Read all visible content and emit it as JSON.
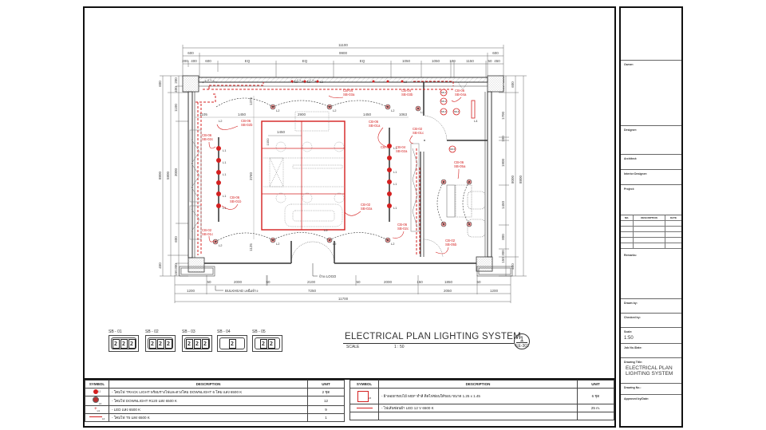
{
  "drawing": {
    "title": "ELECTRICAL PLAN LIGHTING SYSTEM",
    "scale_label": "SCALE",
    "scale_value": "1 : 50",
    "sheet_number": "1",
    "sheet_ref": "EE-301",
    "colors": {
      "lighting": "#d42020",
      "wall": "#333333",
      "dimension": "#555555",
      "paper": "#ffffff"
    }
  },
  "dimensions": {
    "top_overall": "11100",
    "top_left_segment": "600",
    "top_main_segment": "9900",
    "top_right_segment": "600",
    "top_breakdown": [
      "200",
      "400",
      "600",
      "EQ",
      "EQ",
      "EQ",
      "1050",
      "1050",
      "100",
      "1150",
      "50",
      "450"
    ],
    "bottom_breakdown": [
      "50",
      "2000",
      "50",
      "2100",
      "50",
      "2000",
      "150",
      "1850",
      "50"
    ],
    "bottom_segments": [
      "1200",
      "7250",
      "2050",
      "1200"
    ],
    "bottom_overall": "11700",
    "left_outer": "8800",
    "left_inner": "5800",
    "left_segments": [
      "600",
      "400",
      "200",
      "1100",
      "3000",
      "600",
      "450",
      "300",
      "150"
    ],
    "right_outer": "8800",
    "right_inner": "8000",
    "right_segments": [
      "600",
      "400",
      "200",
      "1700",
      "100",
      "1900",
      "1450",
      "800",
      "300",
      "150",
      "450"
    ],
    "interior": [
      "1105",
      "1450",
      "2900",
      "1450",
      "1063",
      "1450",
      "1050",
      "3760",
      "1375",
      "1125"
    ]
  },
  "annotations": {
    "bulkhead": "BULKHEAD เหนือห้าง",
    "logo": "ป้าย LOGO"
  },
  "circuits": [
    {
      "label": "CB-06",
      "sub": "SB-02b"
    },
    {
      "label": "CB-06",
      "sub": "SB-02c"
    },
    {
      "label": "CB-06",
      "sub": "SB-01b"
    },
    {
      "label": "CB-02",
      "sub": "SB-01c"
    },
    {
      "label": "CB-04",
      "sub": "SB-03a"
    },
    {
      "label": "CB-04",
      "sub": "SB-03b"
    },
    {
      "label": "CB-06",
      "sub": "SB-01a"
    },
    {
      "label": "CB-02",
      "sub": "SB-01c"
    },
    {
      "label": "CB-04",
      "sub": "SB-02a"
    },
    {
      "label": "CB-02",
      "sub": "SB-02a"
    },
    {
      "label": "CB-06",
      "sub": "SB-02c"
    },
    {
      "label": "CB-06",
      "sub": "SB-04a"
    },
    {
      "label": "CB-06",
      "sub": "SB-05a"
    },
    {
      "label": "CB-06",
      "sub": "SB-02c"
    },
    {
      "label": "CB-02",
      "sub": "SB-05b"
    }
  ],
  "fixture_tags": {
    "track": "L1",
    "downlight": "L2",
    "led": "L3",
    "t5": "L4",
    "panel": "L5"
  },
  "switches": [
    {
      "label": "SB - 01",
      "keys": [
        "2",
        "2",
        "2"
      ]
    },
    {
      "label": "SB - 02",
      "keys": [
        "2",
        "2",
        "2"
      ]
    },
    {
      "label": "SB - 03",
      "keys": [
        "2",
        "2",
        "2"
      ]
    },
    {
      "label": "SB - 04",
      "keys": [
        "2"
      ]
    },
    {
      "label": "SB - 05",
      "keys": [
        "2",
        "2"
      ]
    }
  ],
  "legend": {
    "headers": {
      "symbol": "SYMBOL",
      "description": "DESCRIPTION",
      "unit": "UNIT"
    },
    "left_rows": [
      {
        "symbol": "track-light",
        "tag": "L1",
        "description": "- โคมไฟ TRACK LIGHT พร้อมรางไฟและดวงโคม DOWNLIGHT  6 โคม แสง 6500 K",
        "unit": "2 ชุด"
      },
      {
        "symbol": "downlight",
        "tag": "L2",
        "description": "- โคมไฟ DOWNLIGHT R120 แสง 6500 K",
        "unit": "12"
      },
      {
        "symbol": "led",
        "tag": "L3",
        "description": "- LED แสง 6500 K",
        "unit": "9"
      },
      {
        "symbol": "t5-light",
        "tag": "L4",
        "description": "- โคมไฟ T5  แสง 6500 K",
        "unit": "1"
      }
    ],
    "right_rows": [
      {
        "symbol": "mdf-panel",
        "tag": "L5",
        "description": "- ฝ้าลอยกรอบไม้ MDF ทำสี ติดไฟซ่อนใต้ขอบ  ขนาด 1.25 x 1.45",
        "unit": "6 ชุด"
      },
      {
        "symbol": "led-strip",
        "tag": "",
        "description": "- ไฟเส้นซ่อนฝ้า LED 12 V 6500 K",
        "unit": "25 m."
      },
      {
        "symbol": "",
        "tag": "",
        "description": "",
        "unit": ""
      }
    ]
  },
  "title_block": {
    "owner_label": "Owner:",
    "owner_value": "",
    "designer_label": "Designer:",
    "architect_label": "Architect:",
    "interior_designer_label": "Interior Designer:",
    "project_label": "Project:",
    "revision_headers": [
      "NO.",
      "DESCRIPTION",
      "DATE"
    ],
    "revision_rows": 6,
    "remarks_label": "Remarks:",
    "drawn_label": "Drawn by:",
    "checked_label": "Checked by:",
    "scale_label": "Scale:",
    "scale_value": "1:50",
    "job_label": "Job No./Date:",
    "drawing_title_label": "Drawing Title:",
    "drawing_title": "ELECTRICAL PLAN LIGHTING SYSTEM",
    "drawing_number_label": "Drawing No.:",
    "approved_label": "Approved by/Date:"
  }
}
